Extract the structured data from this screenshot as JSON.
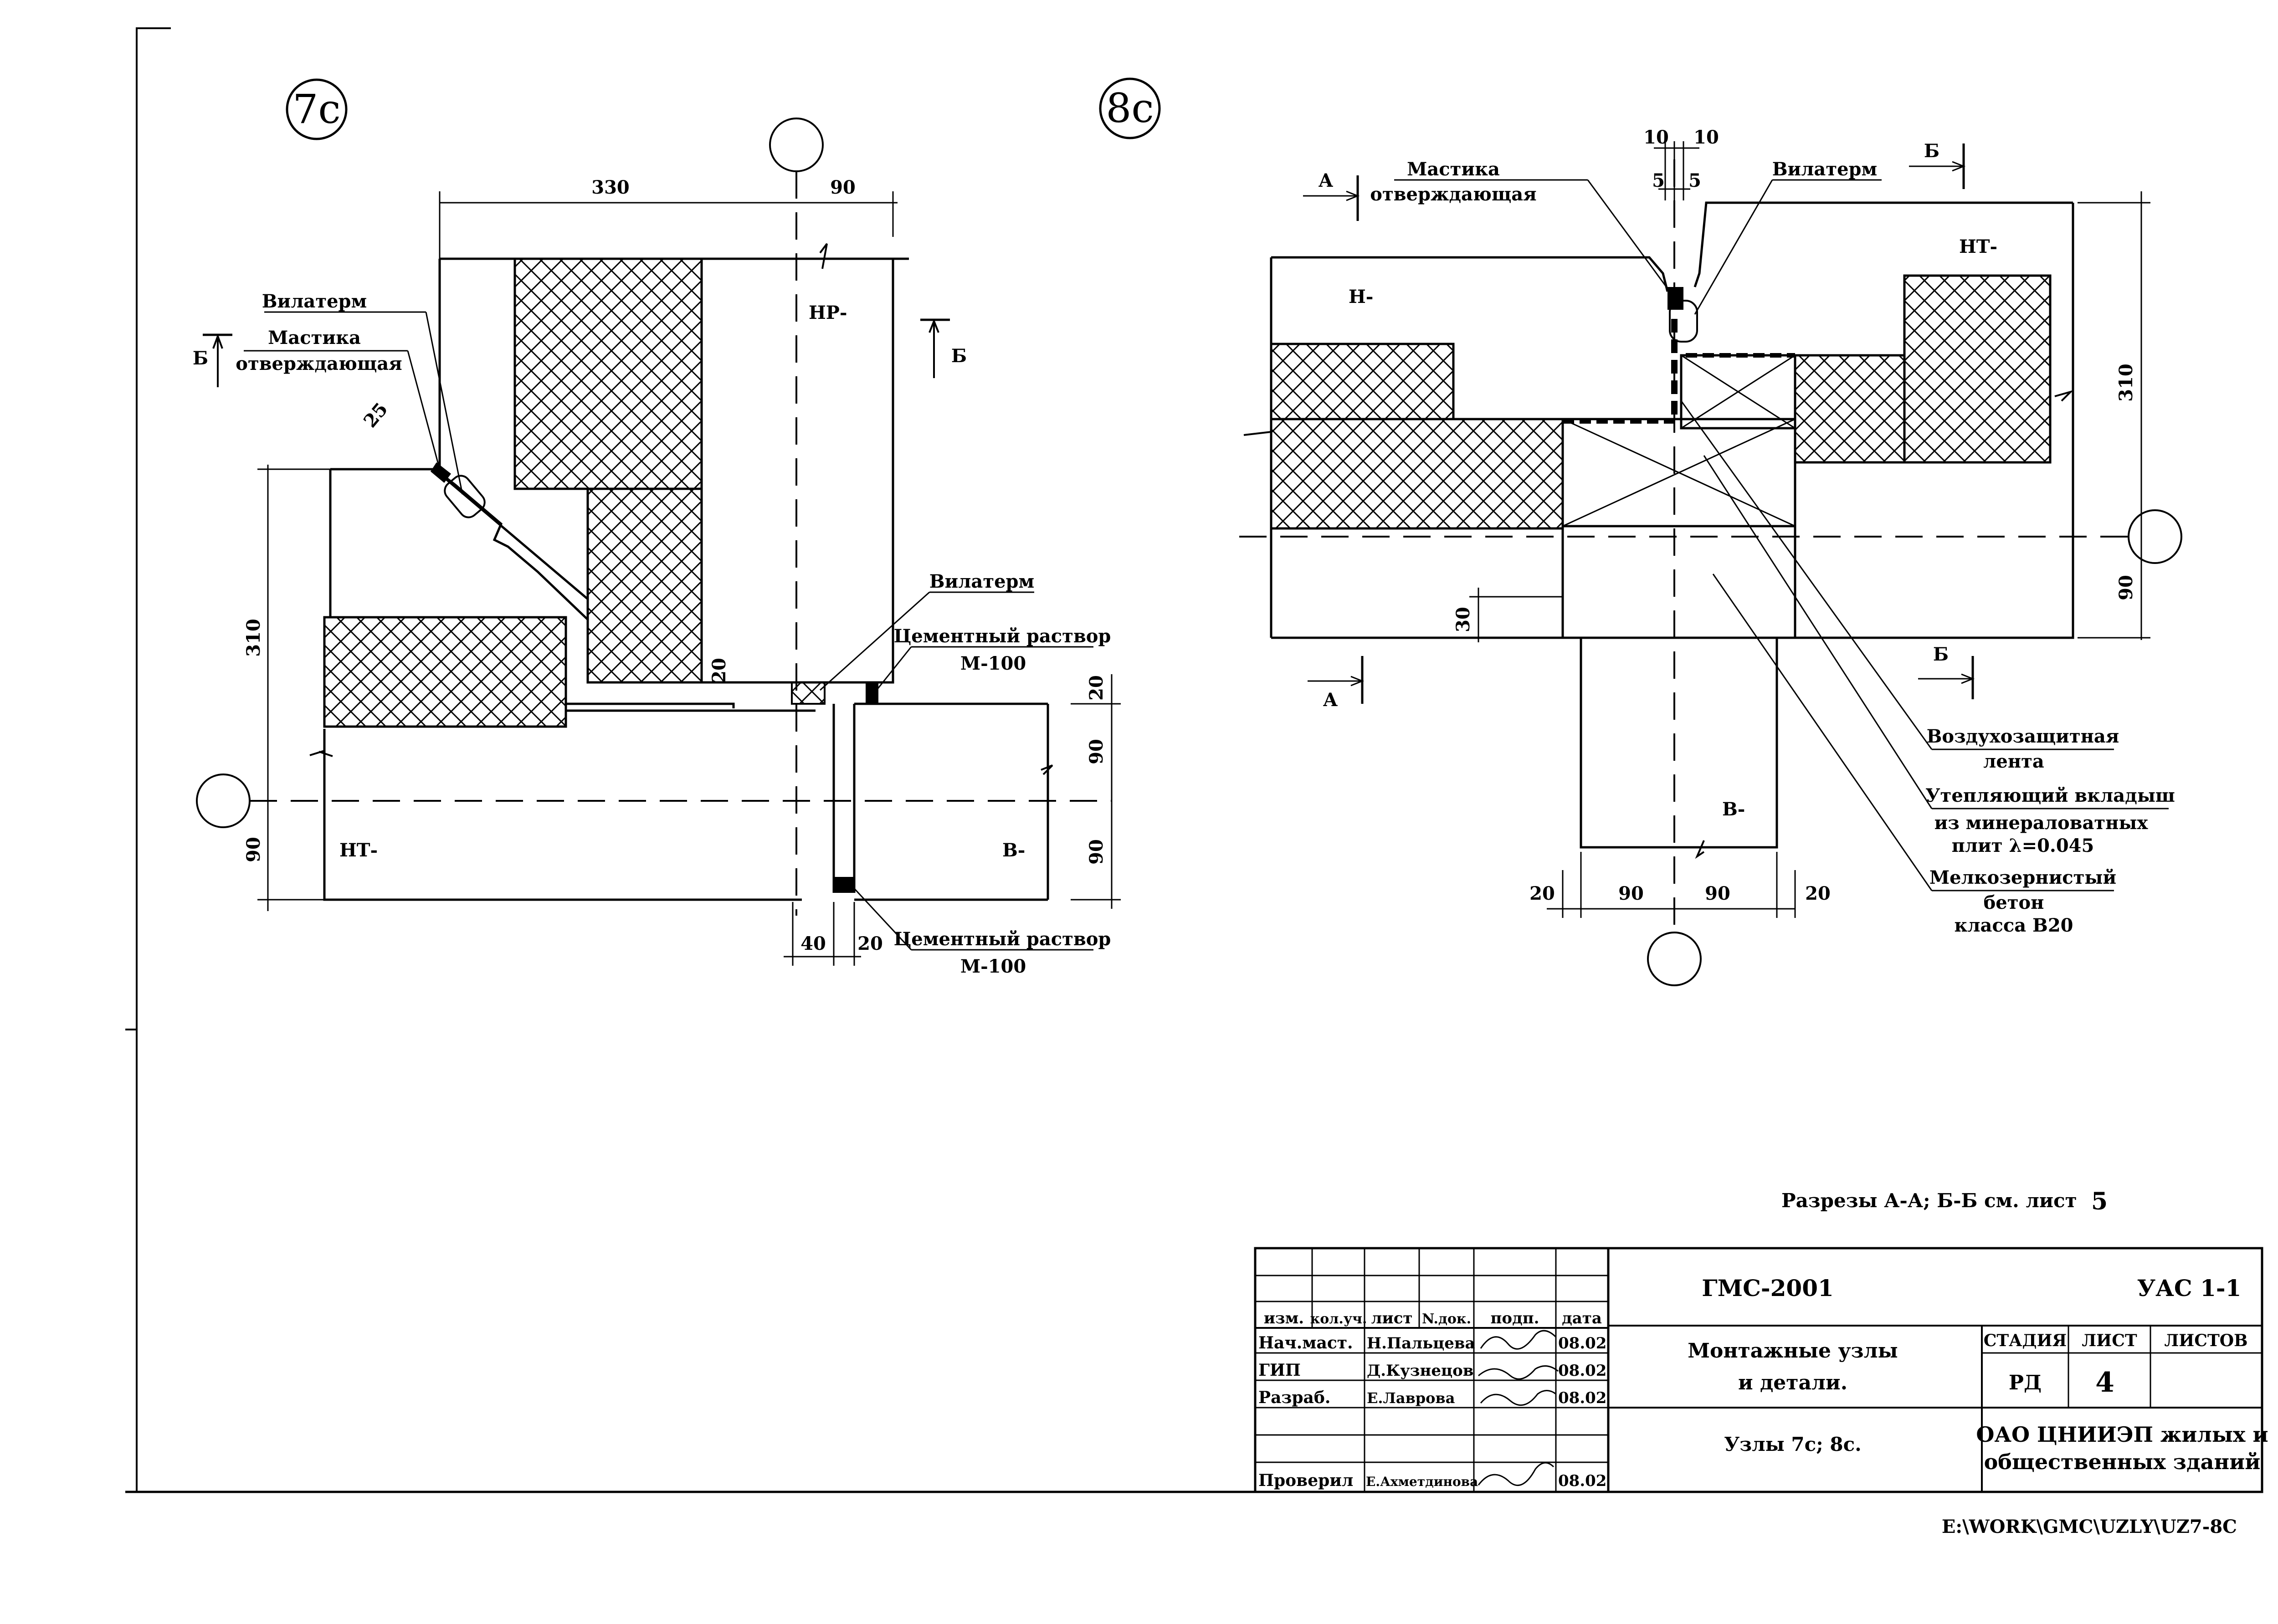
{
  "node_7c": {
    "id": "7с",
    "labels": {
      "vilaterm_top": "Вилатерм",
      "mastika": "Мастика",
      "otverzhd": "отверждающая",
      "vilaterm_right": "Вилатерм",
      "cement1": "Цементный раствор",
      "cement1_grade": "М-100",
      "cement2": "Цементный раствор",
      "cement2_grade": "М-100",
      "hp": "НР-",
      "ht": "НТ-",
      "v": "В-",
      "b_left": "Б",
      "b_right": "Б"
    },
    "dims": {
      "d330": "330",
      "d90_top": "90",
      "d310": "310",
      "d90_left": "90",
      "d25": "25",
      "d20_a": "20",
      "d20_r": "20",
      "d90_r1": "90",
      "d90_r2": "90",
      "d40": "40",
      "d20_b": "20"
    }
  },
  "node_8c": {
    "id": "8с",
    "labels": {
      "mastika": "Мастика",
      "otverzhd": "отверждающая",
      "vilaterm": "Вилатерм",
      "n": "Н-",
      "ht": "НТ-",
      "v": "В-",
      "a_top": "А",
      "a_bot": "А",
      "b_top": "Б",
      "b_bot": "Б",
      "vozd1": "Воздухозащитная",
      "vozd2": "лента",
      "utepl1": "Утепляющий вкладыш",
      "utepl2": "из минераловатных",
      "utepl3": "плит λ=0.045",
      "melko1": "Мелкозернистый",
      "melko2": "бетон",
      "melko3": "класса В20"
    },
    "dims": {
      "d10a": "10",
      "d10b": "10",
      "d5a": "5",
      "d5b": "5",
      "d310": "310",
      "d90_r": "90",
      "d30": "30",
      "d20a": "20",
      "d90a": "90",
      "d90b": "90",
      "d20b": "20"
    }
  },
  "note": "Разрезы А-А; Б-Б см. лист",
  "note_sheet": "5",
  "title_block": {
    "code": "ГМС-2001",
    "sheet_code": "УАС 1-1",
    "headers": [
      "изм.",
      "кол.уч.",
      "лист",
      "N.док.",
      "подп.",
      "дата"
    ],
    "rows": [
      {
        "role": "Нач.маст.",
        "name": "Н.Пальцева",
        "date": "08.02"
      },
      {
        "role": "ГИП",
        "name": "Д.Кузнецов",
        "date": "08.02"
      },
      {
        "role": "Разраб.",
        "name": "Е.Лаврова",
        "date": "08.02"
      },
      {
        "role": "Проверил",
        "name": "Е.Ахметдинова",
        "date": "08.02"
      }
    ],
    "title1": "Монтажные узлы",
    "title2": "и детали.",
    "subtitle": "Узлы 7с; 8с.",
    "stage_h": "СТАДИЯ",
    "list_h": "ЛИСТ",
    "lists_h": "ЛИСТОВ",
    "stage": "РД",
    "list": "4",
    "org1": "ОАО ЦНИИЭП жилых и",
    "org2": "общественных зданий"
  },
  "file_path": "E:\\WORK\\GMC\\UZLY\\UZ7-8C"
}
